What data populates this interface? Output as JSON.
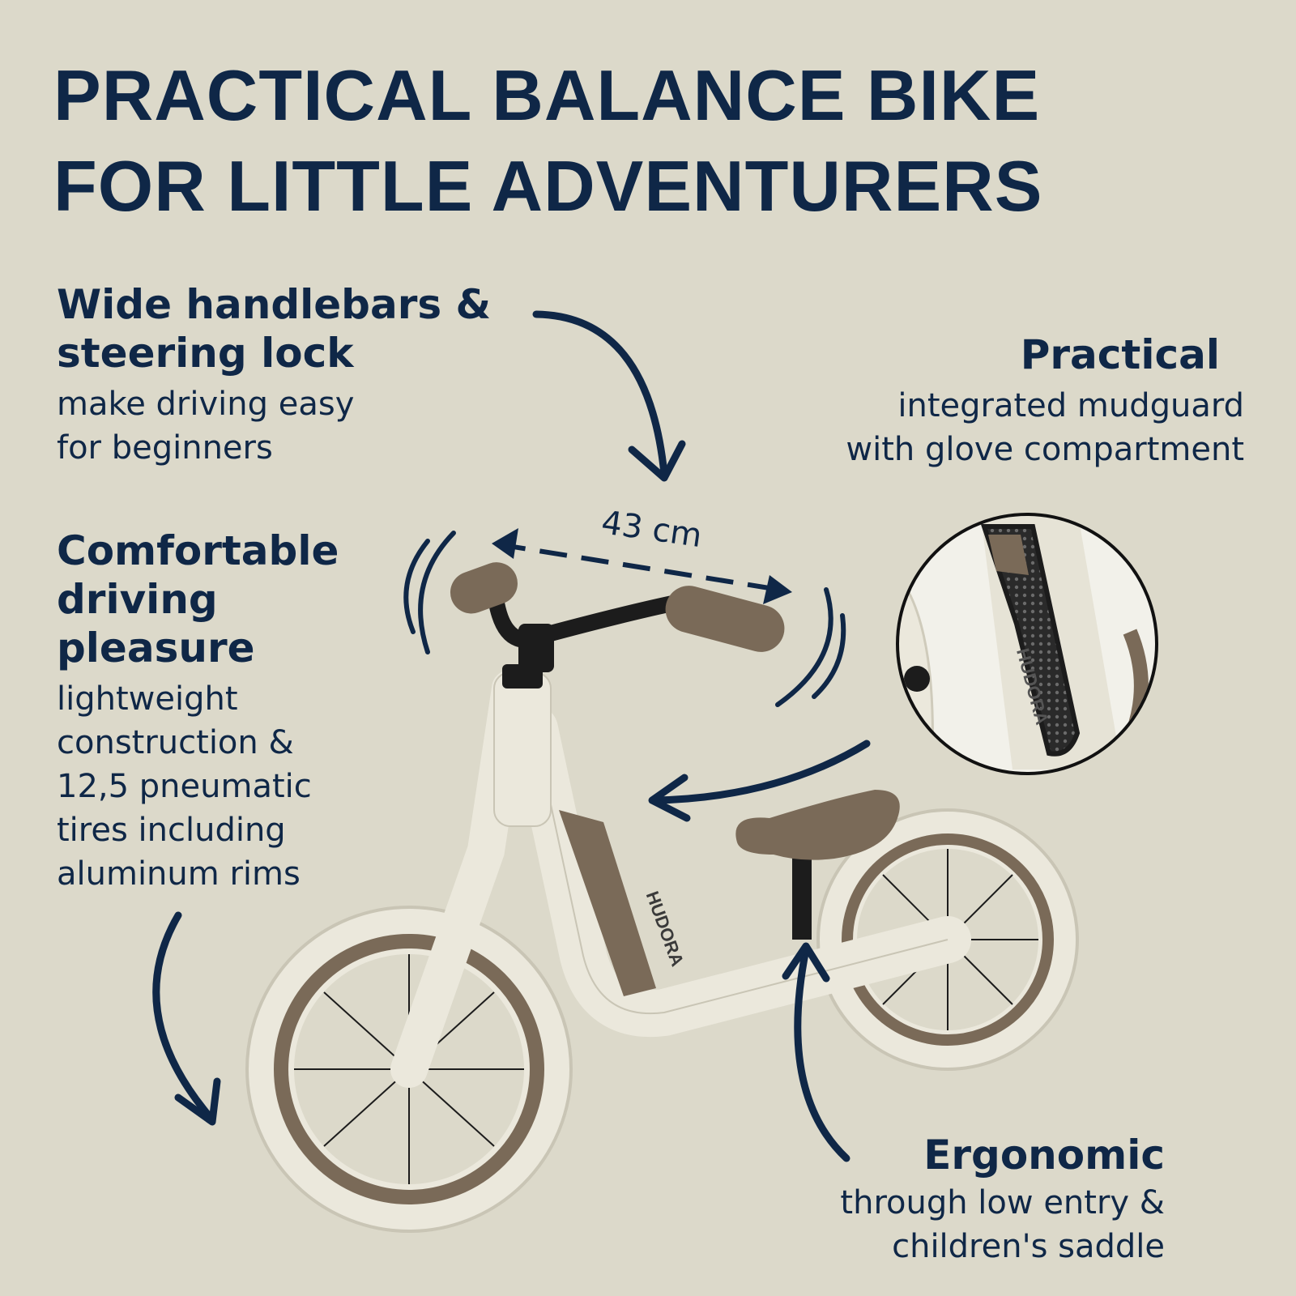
{
  "headline": {
    "line1": "PRACTICAL BALANCE BIKE",
    "line2": "FOR LITTLE ADVENTURERS"
  },
  "features": {
    "handlebars": {
      "title_lines": [
        "Wide handlebars &",
        "steering lock"
      ],
      "desc_lines": [
        "make driving easy",
        "for beginners"
      ]
    },
    "comfort": {
      "title_lines": [
        "Comfortable",
        "driving",
        "pleasure"
      ],
      "desc_lines": [
        "lightweight",
        "construction &",
        "12,5 pneumatic",
        "tires including",
        "aluminum rims"
      ]
    },
    "practical": {
      "title_lines": [
        "Practical"
      ],
      "desc_lines": [
        "integrated mudguard",
        "with glove compartment"
      ]
    },
    "ergonomic": {
      "title_lines": [
        "Ergonomic"
      ],
      "desc_lines": [
        "through low entry &",
        "children's saddle"
      ]
    }
  },
  "measurement": {
    "handlebar_width": "43 cm"
  },
  "brand": {
    "logo_text": "HUDORA"
  },
  "colors": {
    "background": "#dcd9ca",
    "navy": "#0f2747",
    "frame": "#ebe8dc",
    "brown": "#7a6a58",
    "black": "#1c1c1c"
  },
  "icons": [
    "curved-arrow-icon",
    "double-headed-arrow-icon",
    "motion-lines-icon"
  ]
}
